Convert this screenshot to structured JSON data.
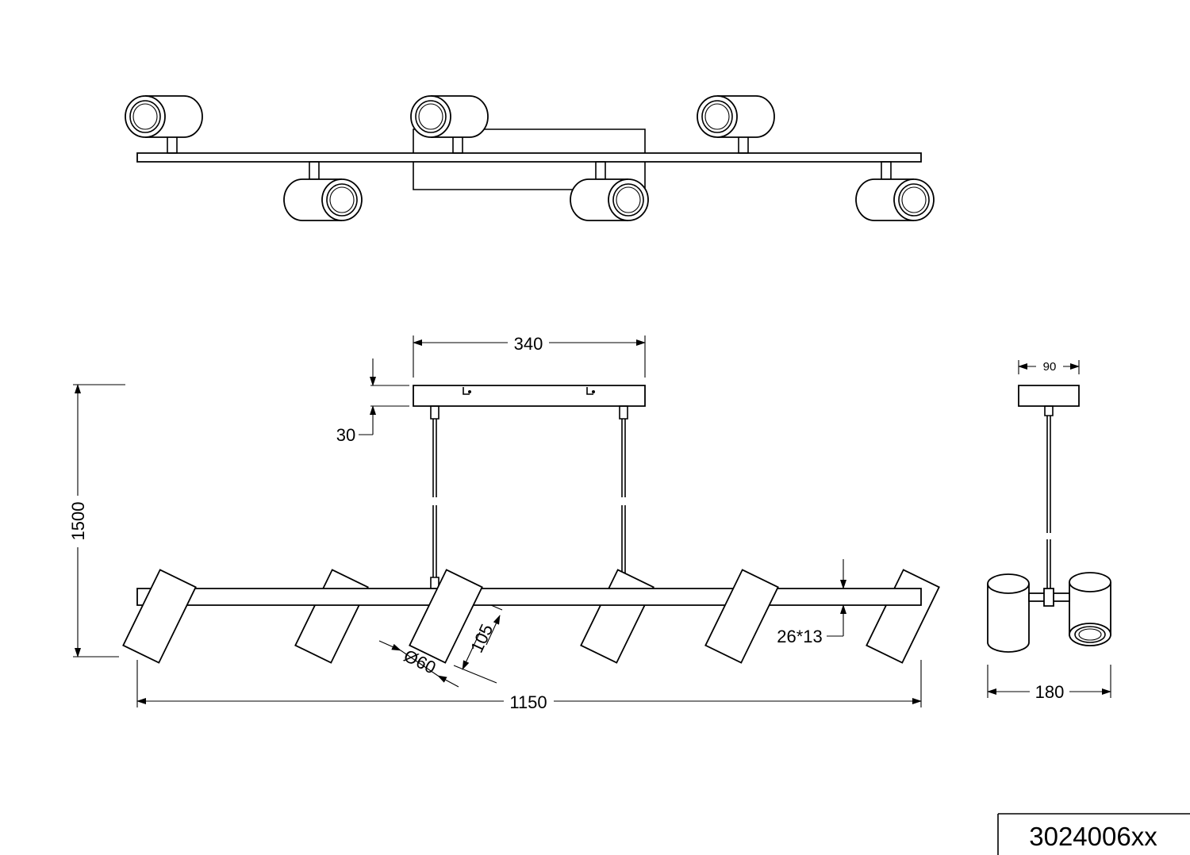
{
  "title_block": {
    "model_number": "3024006xx"
  },
  "dimensions": {
    "canopy_width": "340",
    "canopy_height": "30",
    "overall_height": "1500",
    "overall_length": "1150",
    "bar_section": "26*13",
    "shade_length": "105",
    "shade_diameter": "Ø60",
    "canopy_depth": "90",
    "side_width": "180"
  },
  "views": {
    "top_view_spot_count": 6,
    "front_view_spot_count": 6,
    "side_view_spot_count": 2
  },
  "colors": {
    "line": "#000000",
    "background": "#ffffff"
  }
}
